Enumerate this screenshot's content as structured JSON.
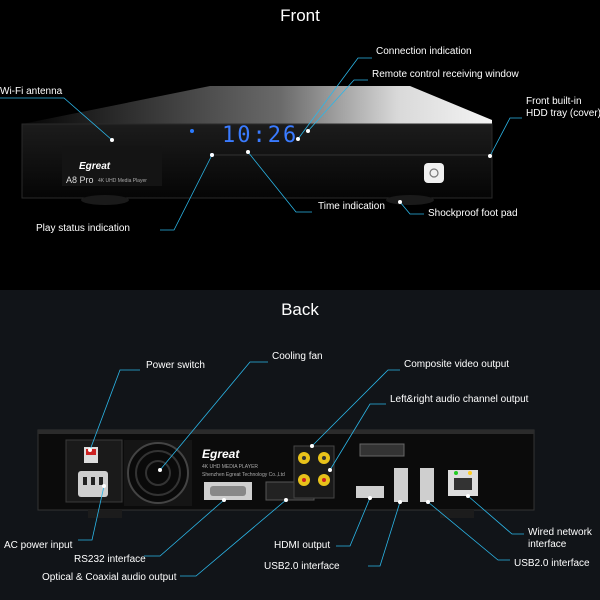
{
  "front": {
    "title": "Front",
    "brand": "Egreat",
    "model": "A8 Pro",
    "model_sub": "4K UHD Media Player",
    "display_time": "10:26",
    "labels": {
      "wifi_antenna": "Wi-Fi antenna",
      "connection_indication": "Connection indication",
      "remote_window": "Remote control receiving window",
      "hdd_tray_line1": "Front built-in",
      "hdd_tray_line2": "HDD tray (cover)",
      "play_status": "Play status indication",
      "time_indication": "Time indication",
      "foot_pad": "Shockproof foot pad"
    }
  },
  "back": {
    "title": "Back",
    "brand": "Egreat",
    "brand_sub": "4K UHD MEDIA PLAYER",
    "company": "Shenzhen Egreat Technology Co.,Ltd",
    "labels": {
      "power_switch": "Power switch",
      "cooling_fan": "Cooling fan",
      "composite_video": "Composite video output",
      "lr_audio": "Left&right audio channel output",
      "ac_power": "AC power input",
      "rs232": "RS232 interface",
      "optical_coaxial": "Optical & Coaxial audio output",
      "hdmi": "HDMI output",
      "usb20_left": "USB2.0 interface",
      "usb20_right": "USB2.0 interface",
      "wired_line1": "Wired network",
      "wired_line2": "interface"
    }
  },
  "colors": {
    "accent": "#2bb6e8",
    "background": "#000000"
  }
}
